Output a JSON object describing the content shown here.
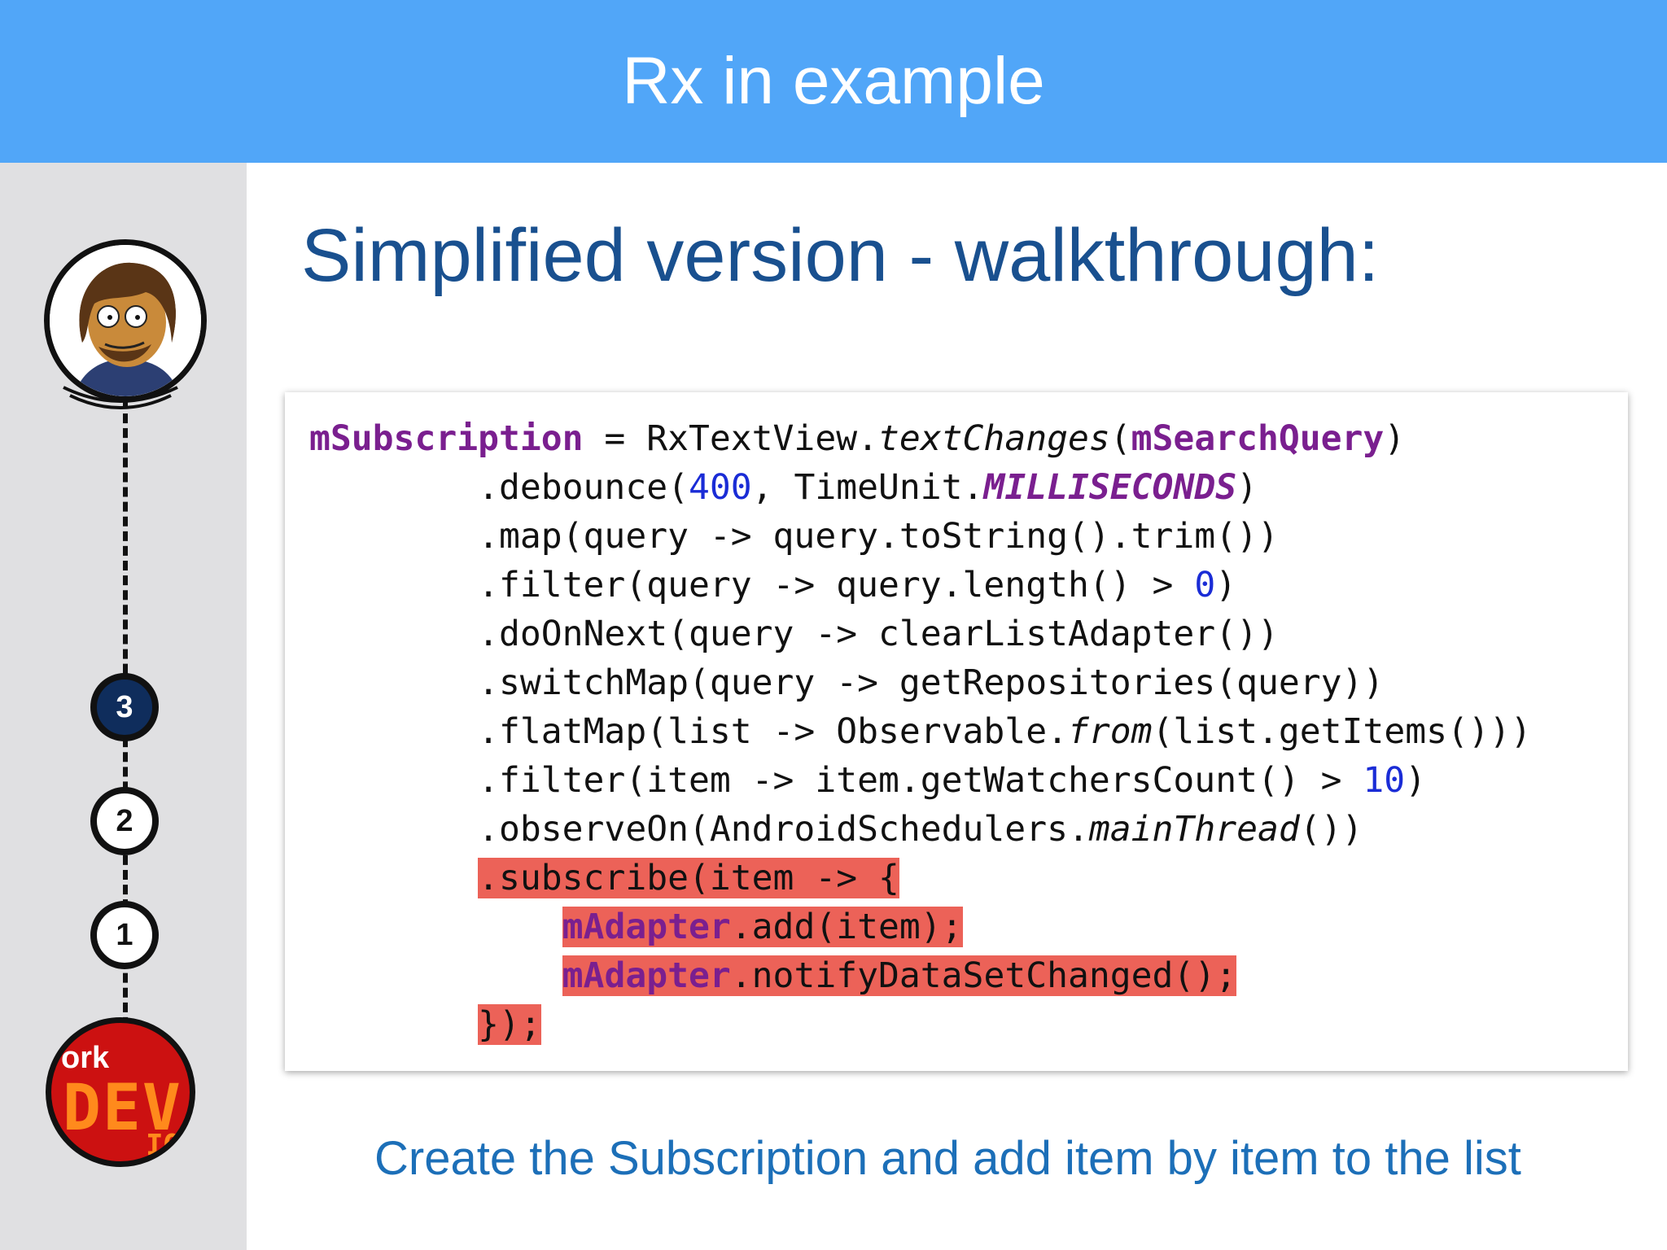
{
  "slide": {
    "title": "Rx in example",
    "heading": "Simplified version - walkthrough:",
    "caption": "Create the Subscription and add item by item to the list"
  },
  "colors": {
    "header_bar": "#51a6f8",
    "heading_text": "#19508f",
    "caption_text": "#1c6fb8",
    "highlight": "#ec6258",
    "active_step": "#0f2d5c"
  },
  "timeline": {
    "steps": [
      {
        "label": "3",
        "active": true
      },
      {
        "label": "2",
        "active": false
      },
      {
        "label": "1",
        "active": false
      }
    ]
  },
  "logo": {
    "top_text": "ork",
    "main_text": "DEV",
    "sub_text": "IO"
  },
  "code": {
    "l1": {
      "a": "mSubscription",
      "b": " = RxTextView.",
      "c": "textChanges",
      "d": "(",
      "e": "mSearchQuery",
      "f": ")"
    },
    "l2": {
      "a": "        .debounce(",
      "b": "400",
      "c": ", TimeUnit.",
      "d": "MILLISECONDS",
      "e": ")"
    },
    "l3": {
      "a": "        .map(query -> query.toString().trim())"
    },
    "l4": {
      "a": "        .filter(query -> query.length() > ",
      "b": "0",
      "c": ")"
    },
    "l5": {
      "a": "        .doOnNext(query -> clearListAdapter())"
    },
    "l6": {
      "a": "        .switchMap(query -> getRepositories(query))"
    },
    "l7": {
      "a": "        .flatMap(list -> Observable.",
      "b": "from",
      "c": "(list.getItems()))"
    },
    "l8": {
      "a": "        .filter(item -> item.getWatchersCount() > ",
      "b": "10",
      "c": ")"
    },
    "l9": {
      "a": "        .observeOn(AndroidSchedulers.",
      "b": "mainThread",
      "c": "())"
    },
    "l10": {
      "indent": "        ",
      "a": ".subscribe(item -> {"
    },
    "l11": {
      "indent": "            ",
      "a": "mAdapter",
      "b": ".add(item);"
    },
    "l12": {
      "indent": "            ",
      "a": "mAdapter",
      "b": ".notifyDataSetChanged();"
    },
    "l13": {
      "indent": "        ",
      "a": "});"
    }
  }
}
